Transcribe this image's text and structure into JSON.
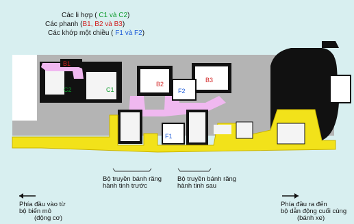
{
  "legend": {
    "clutch_label": "Các li hợp (",
    "clutch_items": "C1 và C2",
    "clutch_end": ")",
    "brake_label": "Các phanh (",
    "brake_items": "B1, B2 và B3",
    "brake_end": ")",
    "oneway_label": "Các khớp một chiều (",
    "oneway_items": "F1 và F2",
    "oneway_end": ")"
  },
  "labels": {
    "b1": "B1",
    "b2": "B2",
    "b3": "B3",
    "c1": "C1",
    "c2": "C2",
    "f1": "F1",
    "f2": "F2"
  },
  "captions": {
    "front_gear_line1": "Bộ truyền bánh răng",
    "front_gear_line2": "hành tinh trước",
    "rear_gear_line1": "Bộ truyền bánh răng",
    "rear_gear_line2": "hành tinh sau",
    "input_line1": "Phía đầu vào từ",
    "input_line2": "bộ biến mô",
    "input_line3": "(động cơ)",
    "output_line1": "Phía đầu ra đến",
    "output_line2": "bộ dẫn động cuối cùng",
    "output_line3": "(bánh xe)"
  },
  "colors": {
    "background": "#d8eff0",
    "housing": "#b4b4b4",
    "shaft": "#f2e21a",
    "member": "#f0b8f0",
    "dark": "#111111",
    "clutch": "#0a9a2a",
    "brake": "#d12020",
    "oneway": "#1c5bd8"
  }
}
